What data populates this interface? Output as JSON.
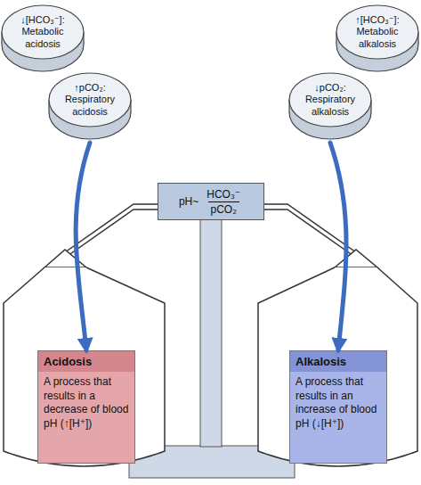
{
  "diagram": {
    "nodes": [
      {
        "text": [
          "↓[HCO₃⁻]: Metabolic acidosis"
        ]
      },
      {
        "text": [
          "↑[HCO₃⁻]: Metabolic alkalosis"
        ]
      },
      {
        "text": [
          "↑pCO₂: Respiratory acidosis"
        ]
      },
      {
        "text": [
          "↓pCO₂: Respiratory alkalosis"
        ]
      },
      {
        "text": [
          "pH~",
          "HCO₃⁻",
          "pCO₂"
        ]
      },
      {
        "text": [
          "Acidosis",
          "A process that results in a decrease of blood pH (↑[H⁺])"
        ]
      },
      {
        "text": [
          "Alkalosis",
          "A process that results in an increase of blood pH (↓[H⁺])"
        ]
      }
    ],
    "edges": [
      {
        "from": 2,
        "to": 5,
        "arrow": "to"
      },
      {
        "from": 3,
        "to": 6,
        "arrow": "to"
      }
    ]
  }
}
